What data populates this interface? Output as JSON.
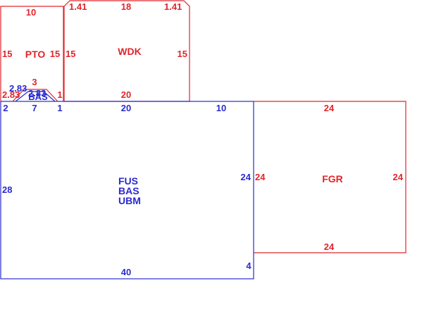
{
  "colors": {
    "red": "#e0262b",
    "blue": "#2a2ad0",
    "background": "#ffffff"
  },
  "areas": {
    "pto": {
      "name": "PTO",
      "top": "10",
      "left": "15",
      "right": "15",
      "small_top": "3",
      "small_diag": "2.83",
      "small_left": "2.83",
      "small_right": "1"
    },
    "wdk": {
      "name": "WDK",
      "top": "18",
      "corner_left": "1.41",
      "corner_right": "1.41",
      "left": "15",
      "right": "15",
      "bottom": "20"
    },
    "bas_small": {
      "name": "BAS",
      "overlay": "2.83"
    },
    "main": {
      "name_fus": "FUS",
      "name_bas": "BAS",
      "name_ubm": "UBM",
      "top_a": "2",
      "top_b": "7",
      "top_c": "1",
      "top_d": "20",
      "top_e": "10",
      "left": "28",
      "right": "24",
      "bottom": "40",
      "bottom_right": "4"
    },
    "fgr": {
      "name": "FGR",
      "top": "24",
      "left": "24",
      "right": "24",
      "bottom": "24"
    }
  }
}
